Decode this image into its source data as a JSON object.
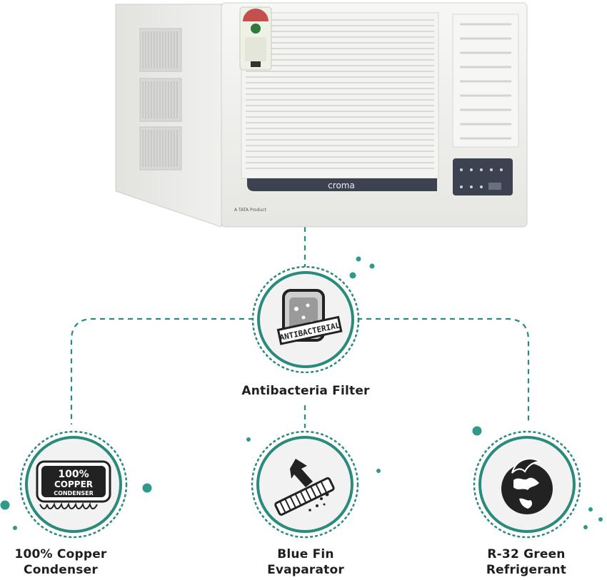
{
  "product": {
    "brand": "croma",
    "maker_tag": "A TATA Product"
  },
  "features": {
    "antibacterial": {
      "label": "Antibacteria Filter",
      "badge_text": "ANTIBACTERIAL",
      "icon": "antibacterial-filter-icon"
    },
    "copper": {
      "label_line1": "100% Copper",
      "label_line2": "Condenser",
      "badge_line1": "100%",
      "badge_line2": "COPPER",
      "badge_line3": "CONDENSER",
      "icon": "copper-condenser-icon"
    },
    "bluefin": {
      "label_line1": "Blue Fin",
      "label_line2": "Evaparator",
      "icon": "blue-fin-evaporator-icon"
    },
    "r32": {
      "label_line1": "R-32 Green",
      "label_line2": "Refrigerant",
      "icon": "green-refrigerant-globe-icon"
    }
  },
  "colors": {
    "accent_teal": "#2a8a7c",
    "dots_teal": "#2f9a8a",
    "circle_fill": "#f2f2f2",
    "icon_dark": "#222222",
    "panel_dark": "#3d4250"
  }
}
